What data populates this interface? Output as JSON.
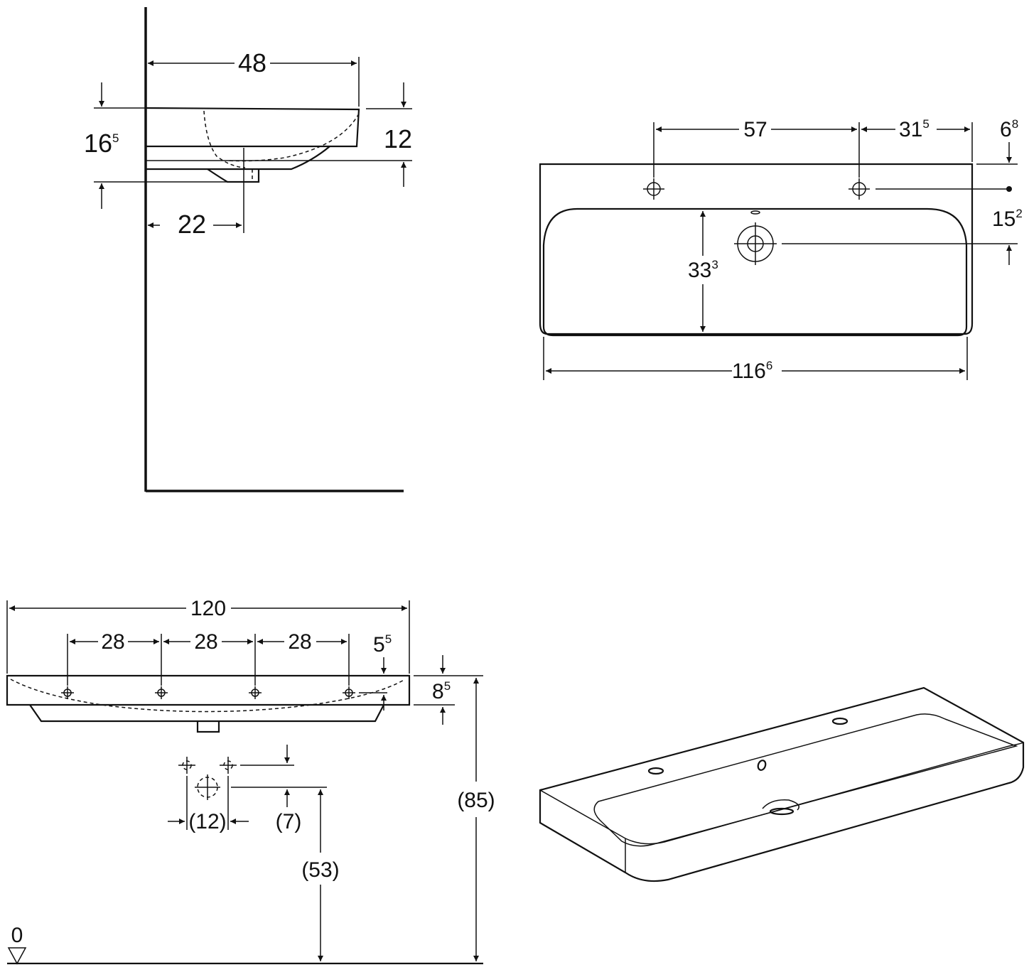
{
  "side_view": {
    "depth": "48",
    "height_left_main": "16",
    "height_left_sup": "5",
    "height_right": "12",
    "drain_offset": "22"
  },
  "top_view": {
    "hole_spacing": "57",
    "hole_right_main": "31",
    "hole_right_sup": "5",
    "hole_back_main": "6",
    "hole_back_sup": "8",
    "drain_back_main": "15",
    "drain_back_sup": "2",
    "bowl_depth_main": "33",
    "bowl_depth_sup": "3",
    "bowl_width_main": "116",
    "bowl_width_sup": "6"
  },
  "front_view": {
    "total_width": "120",
    "spacing_1": "28",
    "spacing_2": "28",
    "spacing_3": "28",
    "edge_offset_main": "5",
    "edge_offset_sup": "5",
    "rim_height_main": "8",
    "rim_height_sup": "5",
    "outlet_spacing": "(12)",
    "outlet_drop": "(7)",
    "outlet_height": "(53)",
    "installation_height": "(85)",
    "floor_level": "0"
  },
  "colors": {
    "line": "#111111",
    "background": "#ffffff"
  }
}
